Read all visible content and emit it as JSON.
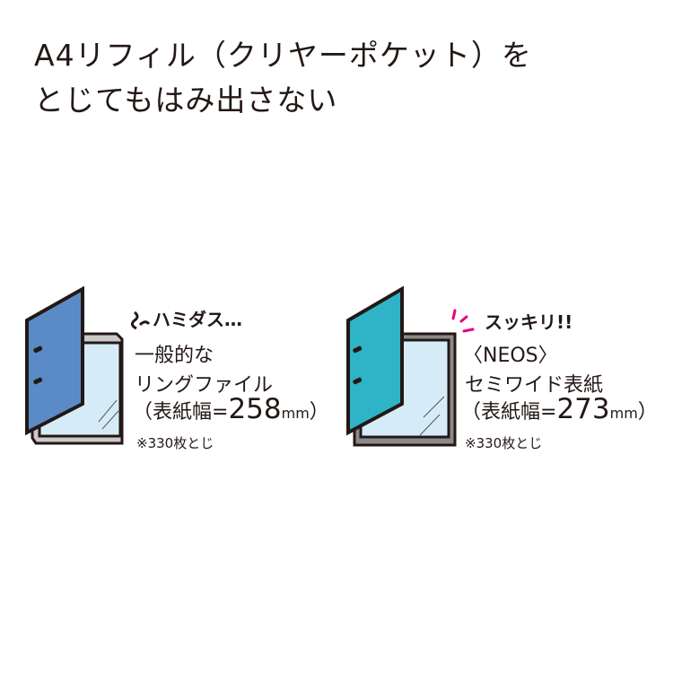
{
  "title": {
    "line1": "A4リフィル（クリヤーポケット）を",
    "line2": "とじてもはみ出さない"
  },
  "left": {
    "shout": "ハミダス…",
    "line1": "一般的な",
    "line2": "リングファイル",
    "width_prefix": "（表紙幅=",
    "width_value": "258",
    "width_unit": "mm",
    "width_suffix": "）",
    "note": "※330枚とじ",
    "cover_color": "#5b8bc7"
  },
  "right": {
    "shout": "スッキリ!!",
    "line1": "〈NEOS〉",
    "line2": "セミワイド表紙",
    "width_prefix": "（表紙幅=",
    "width_value": "273",
    "width_unit": "mm",
    "width_suffix": "）",
    "note": "※330枚とじ",
    "cover_color": "#2fb3c6",
    "accent": "#e5007f"
  }
}
